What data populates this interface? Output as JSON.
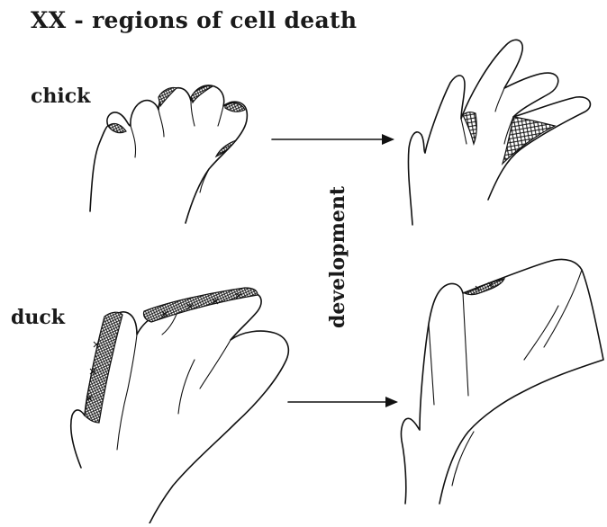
{
  "title": "XX - regions of cell death",
  "labels": {
    "chick": "chick",
    "duck": "duck",
    "development": "development"
  },
  "arrows": [
    {
      "from": "chick-early",
      "to": "chick-late"
    },
    {
      "from": "duck-early",
      "to": "duck-late"
    }
  ]
}
